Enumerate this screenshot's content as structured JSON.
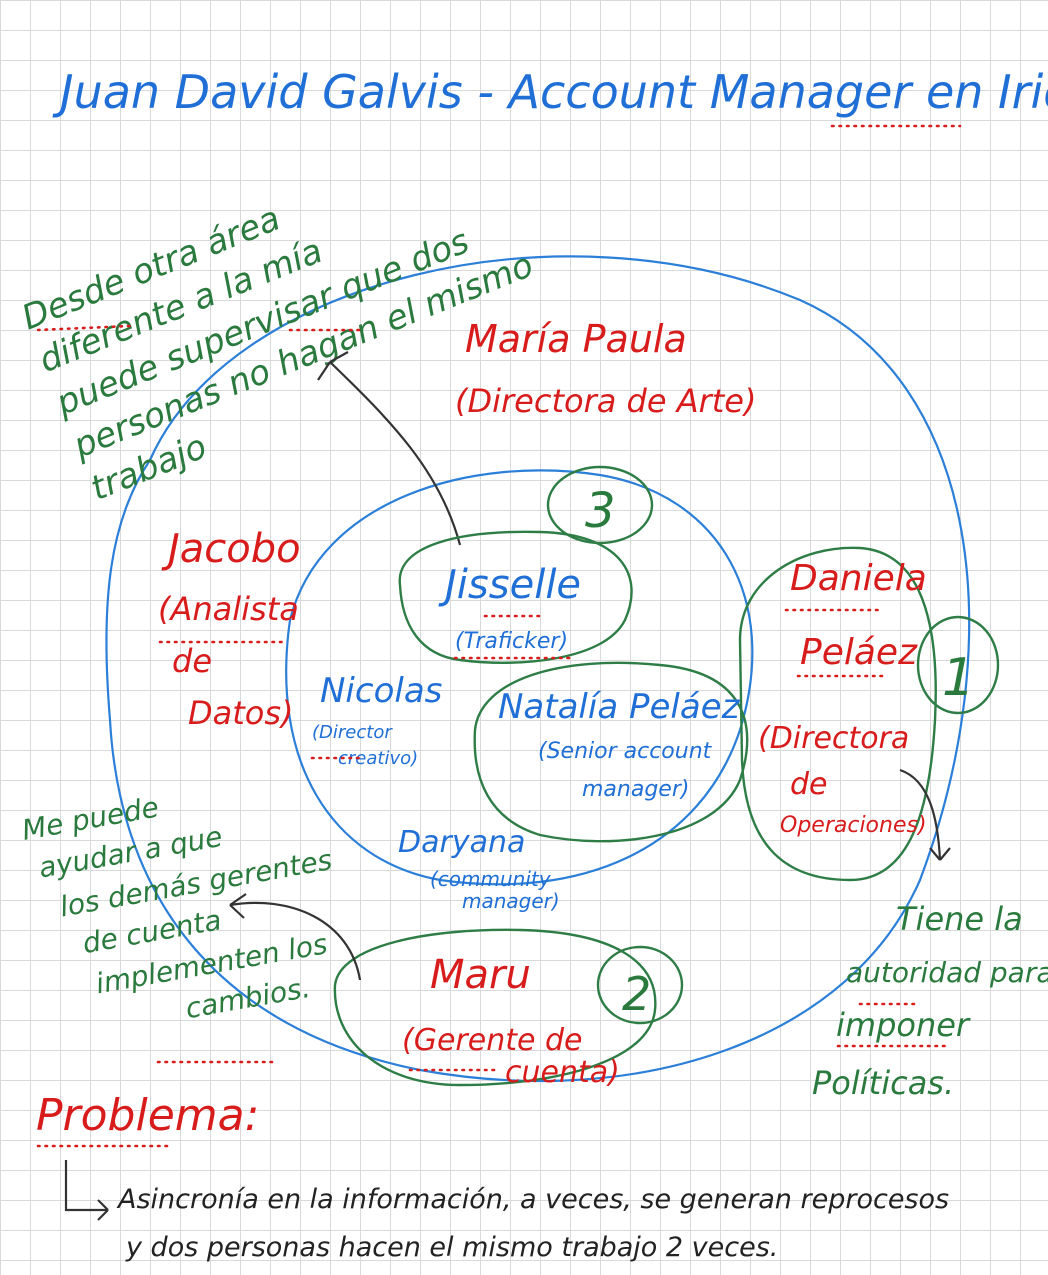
{
  "title": {
    "main": "Juan David Galvis - Account Manager en ",
    "company": "Iridion"
  },
  "note_top": [
    "Desde otra área",
    "diferente a la mía",
    "puede supervisar que dos",
    "personas no hagan el mismo",
    "trabajo"
  ],
  "people": {
    "maria_paula": {
      "name": "María Paula",
      "role": "(Directora de Arte)"
    },
    "jacobo": {
      "name": "Jacobo",
      "role_lines": [
        "(Analista",
        "de",
        "Datos)"
      ]
    },
    "jisselle": {
      "name": "Jisselle",
      "role": "(Traficker)",
      "badge": "3"
    },
    "nicolas": {
      "name": "Nicolas",
      "role_lines": [
        "(Director",
        "creativo)"
      ]
    },
    "natalia": {
      "name": "Natalía Peláez",
      "role_lines": [
        "(Senior account",
        "manager)"
      ]
    },
    "daniela": {
      "name_lines": [
        "Daniela",
        "Peláez"
      ],
      "role_lines": [
        "(Directora",
        "de",
        "Operaciones)"
      ],
      "badge": "1"
    },
    "daryana": {
      "name": "Daryana",
      "role_lines": [
        "(community",
        "manager)"
      ]
    },
    "maru": {
      "name": "Maru",
      "role_lines": [
        "(Gerente de",
        "cuenta)"
      ],
      "badge": "2"
    }
  },
  "note_left": [
    "Me puede",
    "ayudar a que",
    "los demás gerentes",
    "de cuenta",
    "implementen los",
    "cambios."
  ],
  "note_right": [
    "Tiene la",
    "autoridad para",
    "imponer",
    "Políticas."
  ],
  "problem": {
    "label": "Problema:",
    "lines": [
      "Asincronía en la información, a veces, se generan reprocesos",
      "y dos personas hacen el mismo trabajo 2 veces."
    ]
  }
}
